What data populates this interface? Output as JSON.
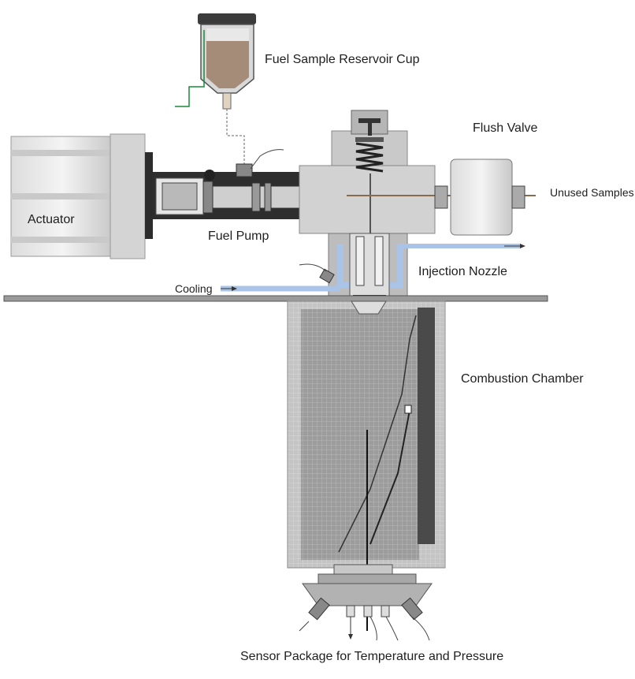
{
  "labels": {
    "reservoir": "Fuel Sample Reservoir Cup",
    "flush_valve": "Flush Valve",
    "unused_samples": "Unused Samples",
    "actuator": "Actuator",
    "fuel_pump": "Fuel Pump",
    "injection_nozzle": "Injection Nozzle",
    "cooling": "Cooling",
    "combustion_chamber": "Combustion Chamber",
    "sensor_package": "Sensor Package for Temperature and Pressure"
  },
  "colors": {
    "cooling_line": "#a9c4e6",
    "fuel_line": "#8a6a4c",
    "steel": "#8f8f8f",
    "dark_steel": "#3a3a3a"
  }
}
